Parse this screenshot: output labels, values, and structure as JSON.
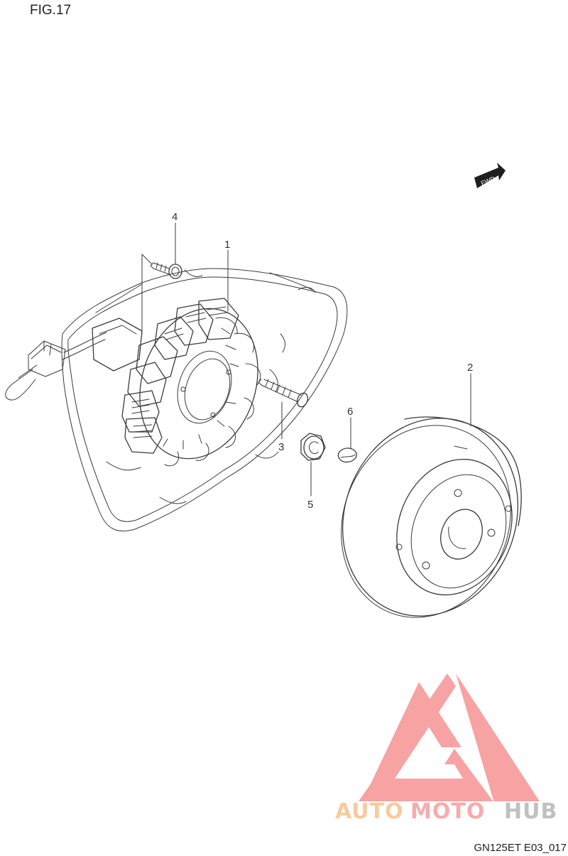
{
  "figure": {
    "title": "FIG.17",
    "reference_code": "GN125ET E03_017"
  },
  "direction_badge": {
    "label": "FWD"
  },
  "callouts": [
    {
      "id": "1",
      "label": "1"
    },
    {
      "id": "2",
      "label": "2"
    },
    {
      "id": "3",
      "label": "3"
    },
    {
      "id": "4",
      "label": "4"
    },
    {
      "id": "5",
      "label": "5"
    },
    {
      "id": "6",
      "label": "6"
    }
  ],
  "watermark": {
    "parts": [
      "AUTO",
      "MOTO",
      "HUB"
    ],
    "colors": {
      "auto": "#f6c99a",
      "moto": "#f6a8a8",
      "hub": "#bdbdbd",
      "logo": "#f79f9f"
    }
  },
  "colors": {
    "line": "#3a3a3a",
    "background": "#ffffff"
  }
}
